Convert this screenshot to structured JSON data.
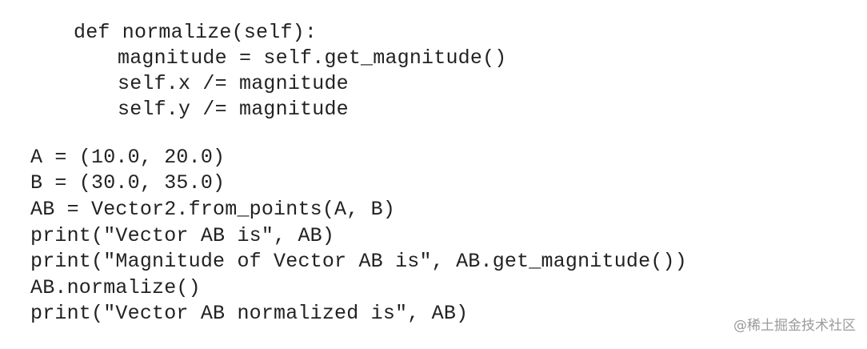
{
  "code": {
    "lines": [
      "def normalize(self):",
      "magnitude = self.get_magnitude()",
      "self.x /= magnitude",
      "self.y /= magnitude",
      "A = (10.0, 20.0)",
      "B = (30.0, 35.0)",
      "AB = Vector2.from_points(A, B)",
      "print(\"Vector AB is\", AB)",
      "print(\"Magnitude of Vector AB is\", AB.get_magnitude())",
      "AB.normalize()",
      "print(\"Vector AB normalized is\", AB)"
    ]
  },
  "watermark": {
    "text": "@稀土掘金技术社区"
  }
}
